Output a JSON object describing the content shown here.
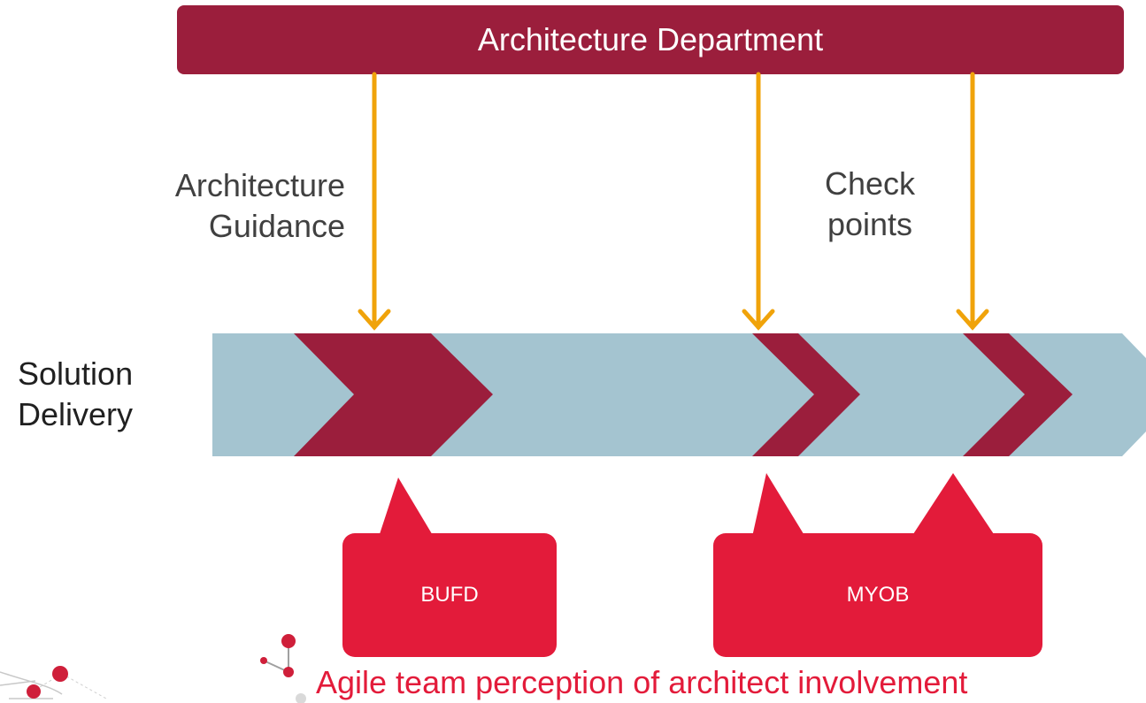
{
  "header": {
    "title": "Architecture Department"
  },
  "labels": {
    "guidance": [
      "Architecture",
      "Guidance"
    ],
    "checkpoints": [
      "Check",
      "points"
    ],
    "delivery": [
      "Solution",
      "Delivery"
    ]
  },
  "callouts": {
    "bufd": "BUFD",
    "myob": "MYOB"
  },
  "caption": "Agile team perception of architect involvement",
  "colors": {
    "header": "#9b1e3c",
    "arrow": "#f0a30a",
    "band": "#a4c4d0",
    "chevron": "#9b1e3c",
    "callout": "#e31b3a",
    "caption": "#e31b3a"
  }
}
